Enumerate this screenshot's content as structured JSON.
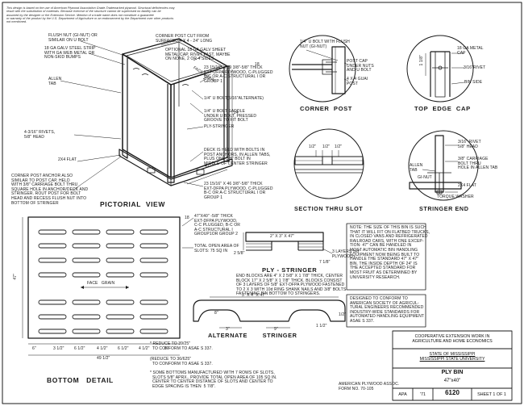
{
  "header_note": "This design is based on the use of American Plywood Association Grade-Trademarked plywood. Structural deficiencies may\nresult with the substitution of materials. Because exercise of the structure cannot be supervised no liability can be\nassumed by the designer or the Extension Service. Mention of a trade name does not constitute a guarantee\nor warranty of the product by the U.S. Department of Agriculture or an endorsement by the Department over other products\nnot mentioned.",
  "pictorial": {
    "title": "PICTORIAL  VIEW",
    "labels": {
      "flush_nut": "FLUSH NUT (GI-NUT) OR\nSIMILAR ON U BOLT",
      "gal_strip": "18 GA GALV STEEL STRIP\nWITH GA WEB METAL OR\nNON-SKID BUMPS",
      "allen_tab": "ALLEN\nTAB",
      "rivets": "4-3/16\" RIVETS,\n5/8\" HEAD",
      "two_by_four": "2X4 FLAT",
      "corner_anchor": "CORNER POST ANCHOR ALSO\nSIMILAR TO POST CAP, HELD\nWITH 3/8\" CARRIAGE BOLT THRU\nSQUARE HOLE IN ANCHOR/DECK AND\nSTRINGER. ROUT POST FOR BOLT\nHEAD AND RECESS FLUSH NUT INTO\nBOTTOM OF STRINGER",
      "post_cut": "CORNER POST CUT FROM\nSURFACED 4 X 4 - 24\" LONG",
      "optional_cap": "OPTIONAL 18 GA GALV SHEET\nMETAL CAP, RIVET FAST, MAYBE\nON NONE, 2 OR 4 SIDES",
      "panel_long": "23 15/16\" X 39 3/8\"-5/8\" THICK\nEXT-DFPA PLYWOOD, C-PLUGGED\nB-C OR A-C STRUCTURAL I OR\nGROUP 1",
      "u_bolt": "1/4\" U BOLT(5/16\"ALTERNATE)",
      "u_bolt_saddle": "1/4\" U BOLT SADDLE\nUNDER U BOLT, PRESSED\nGROOVE TO FIT BOLT",
      "ply_stringer": "PLY-STRINGER",
      "deck_note": "DECK IS HELD WITH BOLTS IN\nPOST ANCHORS, IN ALLEN TABS,\nPLUS ONE 3/8\" BOLT IN\nMIDDLE OF CENTER STRINGER",
      "panel_short": "23 15/16\" X 46 3/8\"-5/8\" THICK\nEXT-DFPA PLYWOOD, C-PLUGGED\nB-C OR A-C STRUCTURAL I OR\nGROUP 1",
      "face_grain": "FACE GRAIN",
      "dim_47": "47\"",
      "dim_18": "18",
      "dim_24": "24"
    }
  },
  "corner_post": {
    "title": "CORNER  POST",
    "labels": {
      "u_bolt_flush": "1/4\" U BOLT WITH FLUSH\nNUT (GI-NUT)",
      "post_cap": "POST CAP\nUNDER NUTS\nAND U BOLT",
      "post_4x4": "4 X 4 GUAI\nPOST"
    }
  },
  "top_edge_cap": {
    "title": "TOP  EDGE  CAP",
    "labels": {
      "metal_cap": "18 GA METAL\nCAP",
      "rivet": "3/16\"RIVET",
      "bin_side": "BIN SIDE",
      "dim_1": "1 1/8\""
    }
  },
  "section_slot": {
    "title": "SECTION THRU SLOT",
    "dims": [
      "1/2\"",
      "1/2\"",
      "1/2\""
    ]
  },
  "stringer_end": {
    "title": "STRINGER END",
    "labels": {
      "rivet": "3/16\" RIVET\n5/8\" HEAD",
      "carriage": "3/8\" CARRIAGE\nBOLT THRU\nHOLE IN ALLEN TAB",
      "allen_tab": "ALLEN\nTAB",
      "gi_nut": "GI-NUT",
      "flat": "2X4 FLAT",
      "torque": "TORQUE WASHER"
    }
  },
  "bottom_detail": {
    "title": "BOTTOM   DETAIL",
    "labels": {
      "ply_spec": "47\"X40\" -5/8\" THICK\nEXT-DFPA PLYWOOD,\nC-C PLUGGED, B-C OR\nA-C STRUCTURAL I\nGROUP1OR GROUP 2",
      "open_area": "TOTAL OPEN AREA OF\nSLOTS: 75 SQ IN",
      "face_grain": "FACE   GRAIN",
      "dim_18": "18",
      "dim_47": "47\"",
      "dim_49": "49 1/2\""
    },
    "bottom_dims": [
      "6\"",
      "3 1/2\"",
      "6 1/2\"",
      "4 1/2\"",
      "6 1/2\"",
      "4 1/2\"",
      "6\""
    ],
    "notes": [
      "* REDUCE TO 39/25\"\n  TO CONFORM TO ASAE S 337.",
      "(REDUCE TO 36/625\"\n  TO CONFORM TO ASAE S 337.",
      "* SOME BOTTOMS MANUFACTURED WITH 7 ROWS OF SLOTS,\n  SLOTS 5/8\" APRX., PROVIDE TOTAL OPEN AREA OF 105 SQ IN.\n  CENTER TO CENTER DISTANCE OF SLOTS AND CENTER TO\n  EDGE SPACING IS THEN  5 7/8\"."
    ]
  },
  "ply_stringer": {
    "title": "PLY - STRINGER",
    "dims": {
      "top": "2\" X 3\" X 47\"",
      "side": "2 5/8\"",
      "layers": "3 LAYERS 5/8\"\nPLYWOOD",
      "side2": "7 1/8\""
    },
    "description": "END BLOCKS ARE 4\" X 2 5/8\" X 1 7/8\" THICK, CENTER\nBLOCK 17\" X 2 5/8\" X 1 7/8\" THICK. BLOCKS CONSIST\nOF 3 LAYERS OF 5/8\" EXT-DFPA PLYWOOD FASTENED\nTO 2 X 3 WITH 10d RING SHANK NAILS AND 3/8\" BOLTS\nFASTENING BIN BOTTOM TO STRINGERS."
  },
  "alternate_stringer": {
    "title": "ALTERNATE       STRINGER",
    "dims": {
      "top": "3\" X 4\" X 47\"",
      "d1": "8\"",
      "d2": "9\"",
      "d3": "1 1/2\"",
      "d4": "1/2\"",
      "d5": "3\""
    }
  },
  "side_note": "NOTE: THE SIZE OF THIS BIN IS SUCH\nTHAT IT WILL FIT ON FLATBED TRUCKS,\nIN CLOSED VANS AND REFRIGERATED\nRAILROAD CARS, WITH ONE EXCEP-\nTION: 47\" CAN BE HANDLED IN\nMOST AUTOMATIC BIN HANDLING\nEQUIPMENT NOW BEING BUILT TO\nHANDLE THE STANDARD 47\" X 47\"\nBIN. THE INSIDE DEPTH OF 24\" IS\nTHE ACCEPTED STANDARD FOR\nMOST FRUIT AS DETERMINED BY\nUNIVERSITY RESEARCH.",
  "design_note": "DESIGNED TO CONFORM TO\nAMERICAN SOCIETY OF AGRICUL-\nTURAL ENGINEERS RECOMMENDED\nINDUSTRY-WIDE STANDARDS FOR\nAUTOMATED HANDLING EQUIPMENT\nASAE S 337.",
  "apa_credit": "AMERICAN PLYWOOD ASSOC.\nFORM NO. 70-105",
  "title_block": {
    "org": "COOPERATIVE EXTENSION WORK IN\nAGRICULTURE AND HOME ECONOMICS",
    "state": "STATE OF MISSISSIPPI\nMISSISSIPPI STATE UNIVERSITY",
    "name": "PLY BIN",
    "size": "47\"x40\"",
    "apa": "APA",
    "year": "'71",
    "plan_no": "6120",
    "sheet": "SHEET 1 OF 1"
  }
}
